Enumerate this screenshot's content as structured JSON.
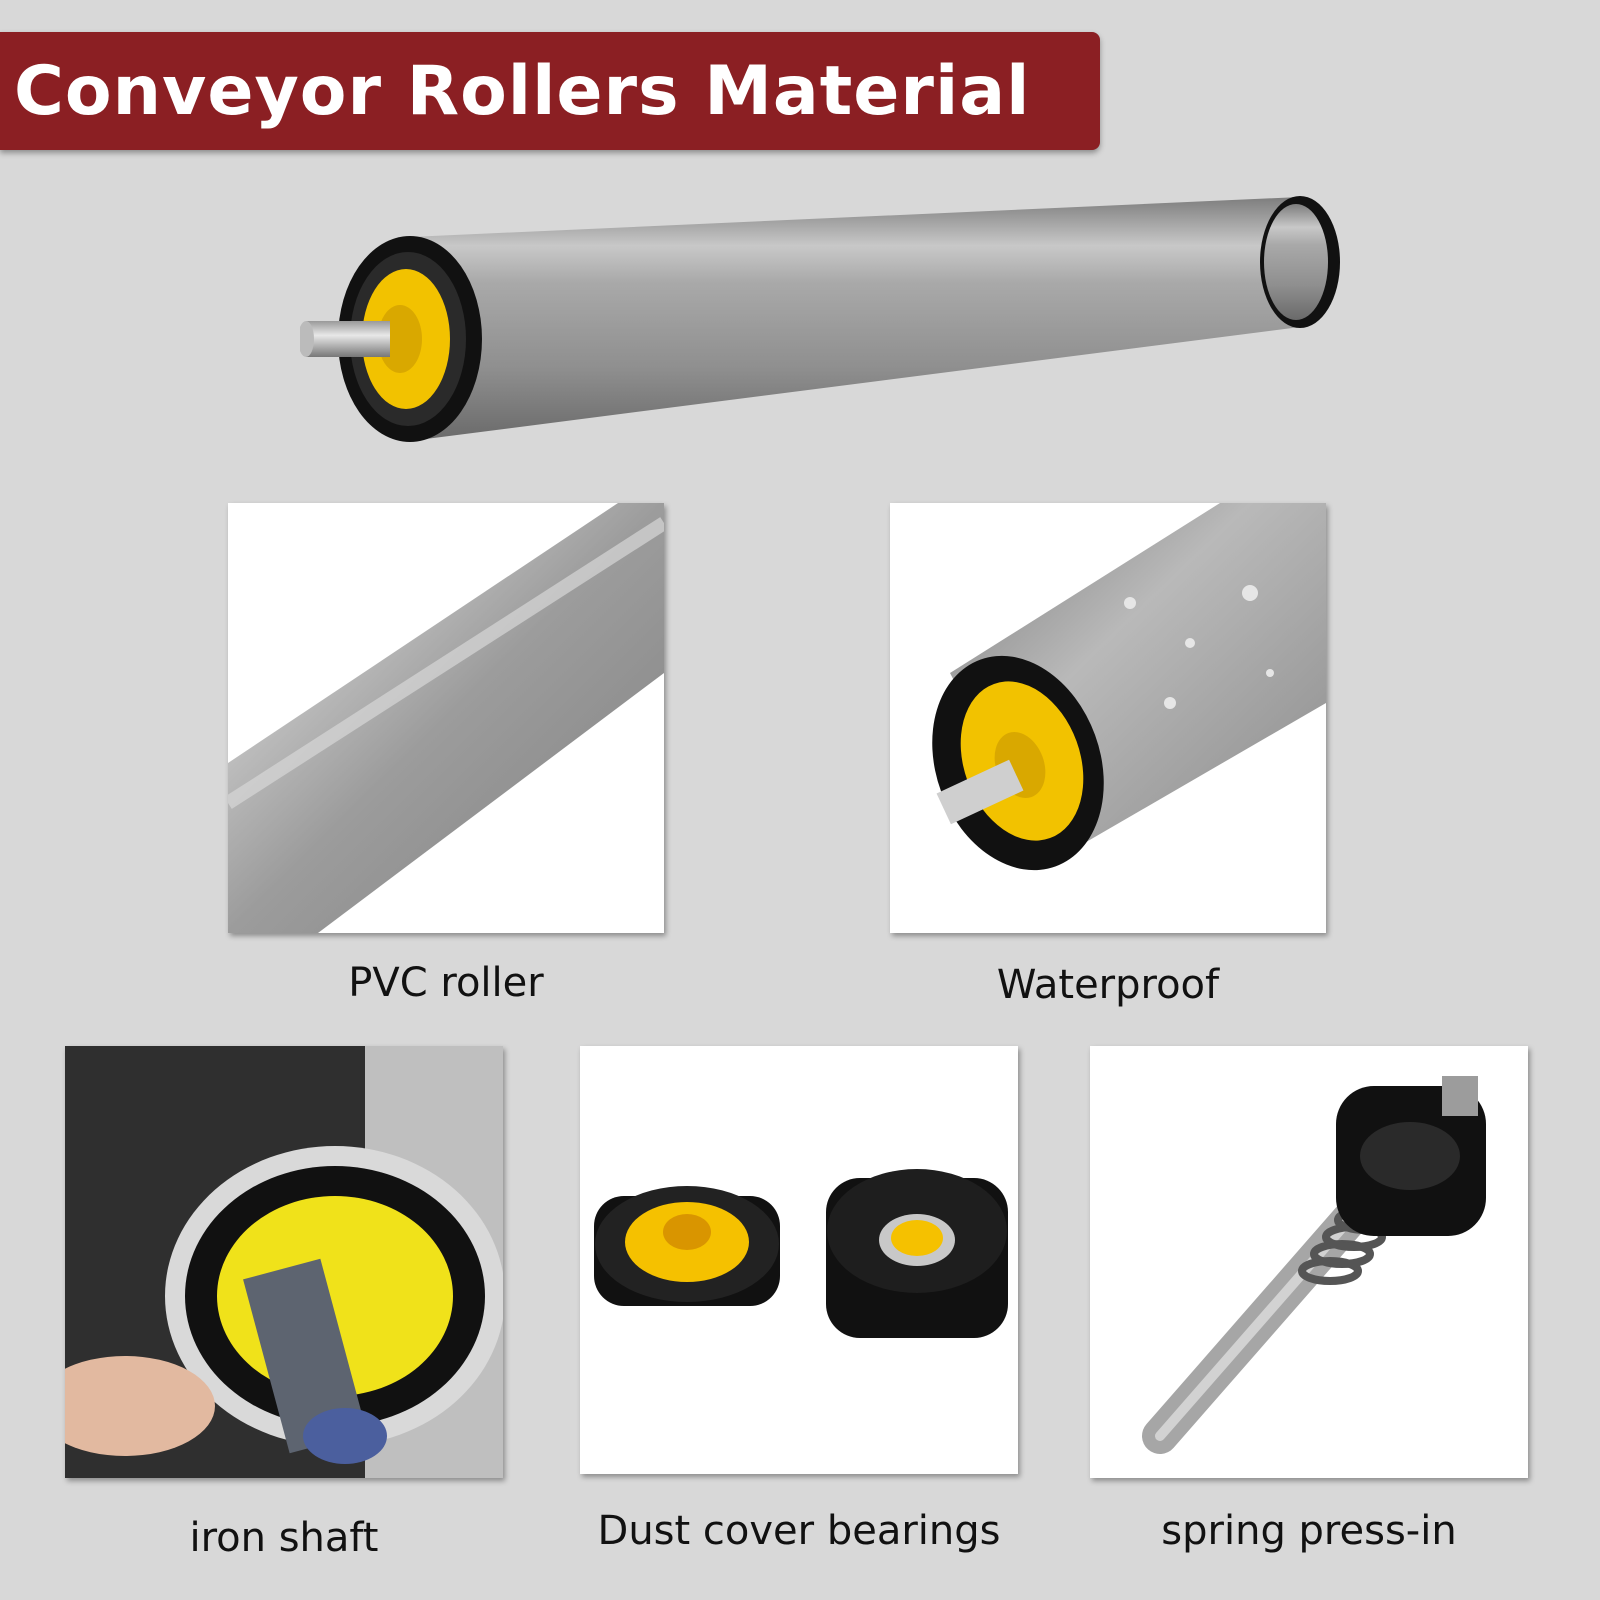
{
  "header": {
    "title": "Conveyor Rollers Material"
  },
  "colors": {
    "banner": "#8b1f23",
    "background": "#d8d8d8",
    "roller_gray": "#9a9a9a",
    "end_cap_yellow": "#f2c200",
    "end_cap_black": "#111111"
  },
  "features": [
    {
      "caption": "PVC roller",
      "image": "pvc-roller-closeup"
    },
    {
      "caption": "Waterproof",
      "image": "waterproof-roller-end"
    },
    {
      "caption": "iron shaft",
      "image": "iron-shaft-closeup"
    },
    {
      "caption": "Dust cover bearings",
      "image": "dust-cover-bearings"
    },
    {
      "caption": "spring press-in",
      "image": "spring-press-in-shaft"
    }
  ]
}
